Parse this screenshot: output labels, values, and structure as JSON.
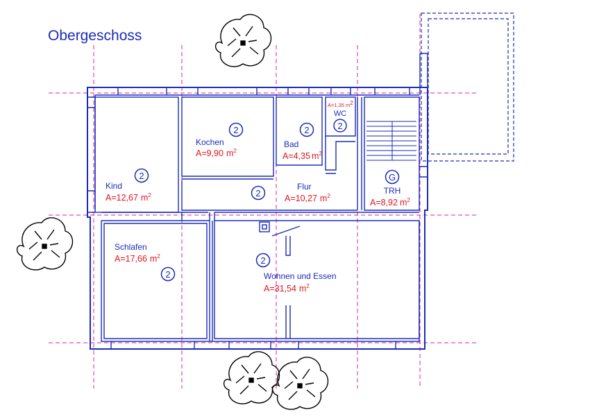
{
  "title": "Obergeschoss",
  "colors": {
    "wall": "#1a2bb8",
    "grid": "#e0209a",
    "area": "#e0141e",
    "tree": "#000000"
  },
  "area_unit": "m",
  "area_exponent": "2",
  "rooms": [
    {
      "id": "kind",
      "name": "Kind",
      "area": "A=12,67",
      "badge": "2"
    },
    {
      "id": "kochen",
      "name": "Kochen",
      "area": "A=9,90",
      "badge": "2"
    },
    {
      "id": "bad",
      "name": "Bad",
      "area": "A=4,35",
      "badge": "2"
    },
    {
      "id": "wc",
      "name": "WC",
      "area": "A=1,35",
      "badge": "2"
    },
    {
      "id": "trh",
      "name": "TRH",
      "area": "A=8,92",
      "badge": "G"
    },
    {
      "id": "flur",
      "name": "Flur",
      "area": "A=10,27",
      "badge": "2"
    },
    {
      "id": "schlafen",
      "name": "Schlafen",
      "area": "A=17,66",
      "badge": "2"
    },
    {
      "id": "wohnen",
      "name": "Wohnen und Essen",
      "area": "A=31,54",
      "badge": "2"
    }
  ]
}
